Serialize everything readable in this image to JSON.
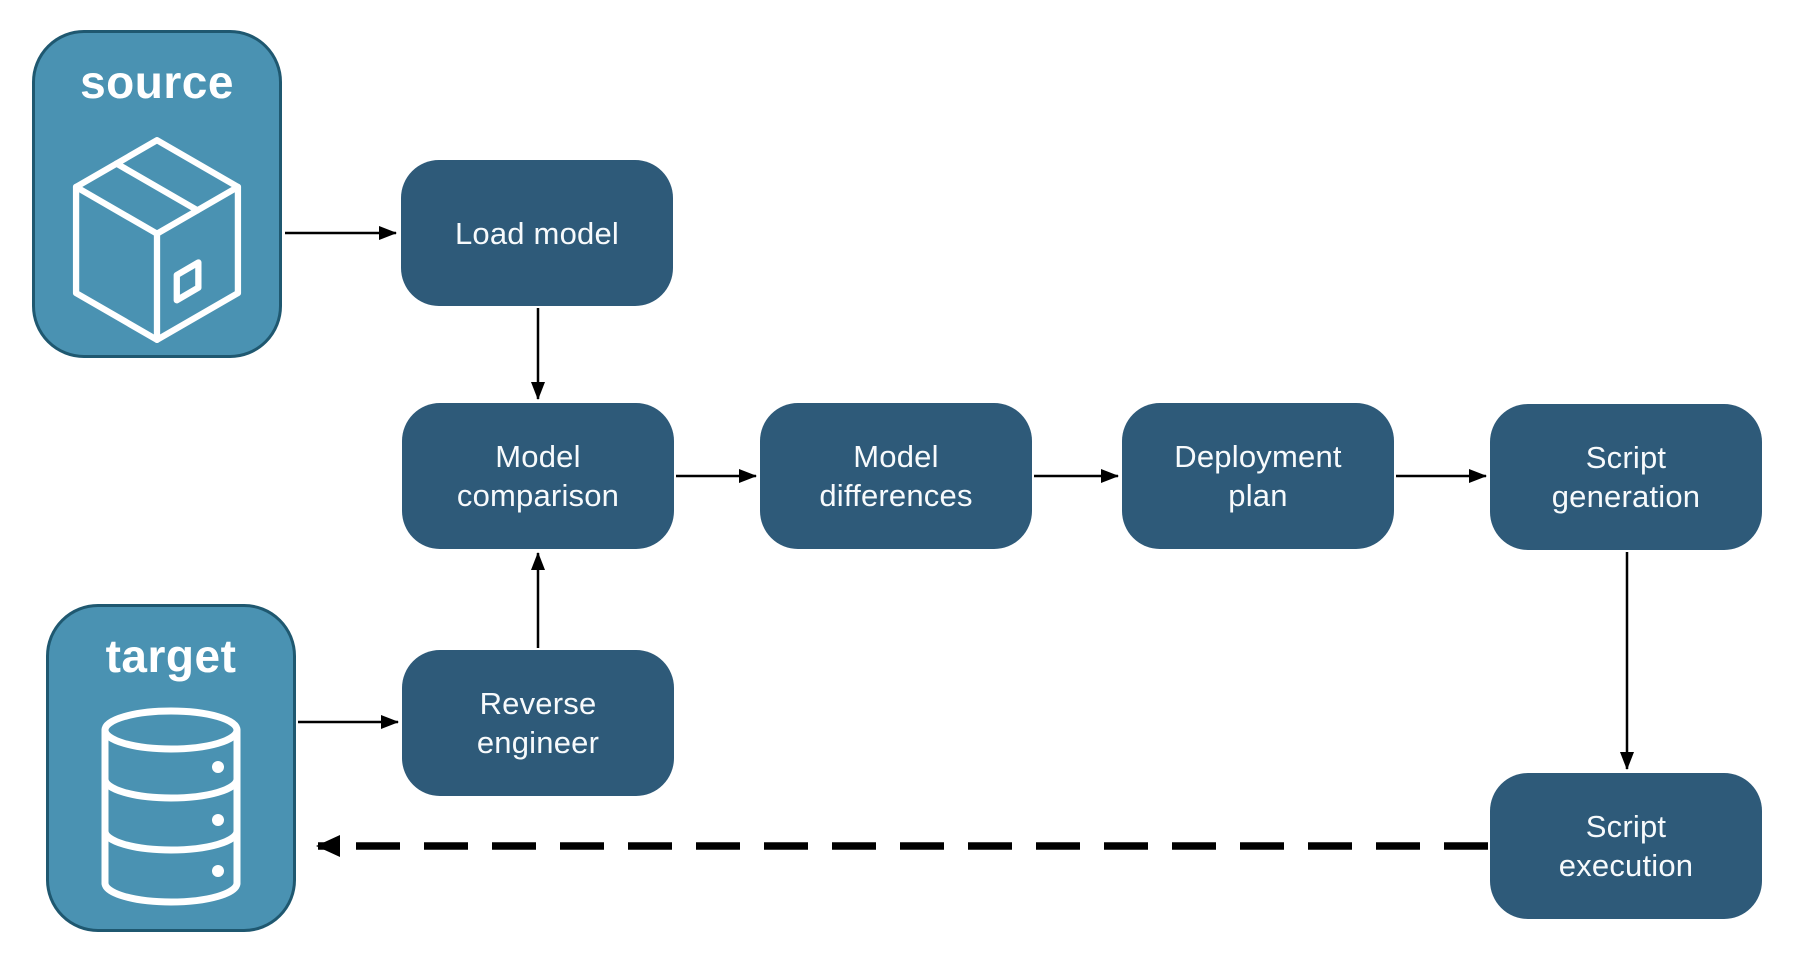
{
  "diagram": {
    "title": "",
    "terminals": {
      "source": {
        "label": "source",
        "icon": "package-icon"
      },
      "target": {
        "label": "target",
        "icon": "database-icon"
      }
    },
    "nodes": {
      "load_model": {
        "label": "Load model"
      },
      "model_comparison": {
        "label": "Model\ncomparison"
      },
      "model_differences": {
        "label": "Model\ndifferences"
      },
      "deployment_plan": {
        "label": "Deployment\nplan"
      },
      "script_generation": {
        "label": "Script\ngeneration"
      },
      "reverse_engineer": {
        "label": "Reverse\nengineer"
      },
      "script_execution": {
        "label": "Script\nexecution"
      }
    },
    "edges": [
      {
        "from": "source",
        "to": "load_model",
        "style": "solid"
      },
      {
        "from": "load_model",
        "to": "model_comparison",
        "style": "solid"
      },
      {
        "from": "model_comparison",
        "to": "model_differences",
        "style": "solid"
      },
      {
        "from": "model_differences",
        "to": "deployment_plan",
        "style": "solid"
      },
      {
        "from": "deployment_plan",
        "to": "script_generation",
        "style": "solid"
      },
      {
        "from": "script_generation",
        "to": "script_execution",
        "style": "solid"
      },
      {
        "from": "target",
        "to": "reverse_engineer",
        "style": "solid"
      },
      {
        "from": "reverse_engineer",
        "to": "model_comparison",
        "style": "solid"
      },
      {
        "from": "script_execution",
        "to": "target",
        "style": "dashed"
      }
    ],
    "colors": {
      "node_fill": "#2E5A79",
      "terminal_fill": "#4A92B2",
      "terminal_border": "#1F5870",
      "arrow": "#000000",
      "text": "#FFFFFF",
      "background": "#FFFFFF"
    }
  }
}
